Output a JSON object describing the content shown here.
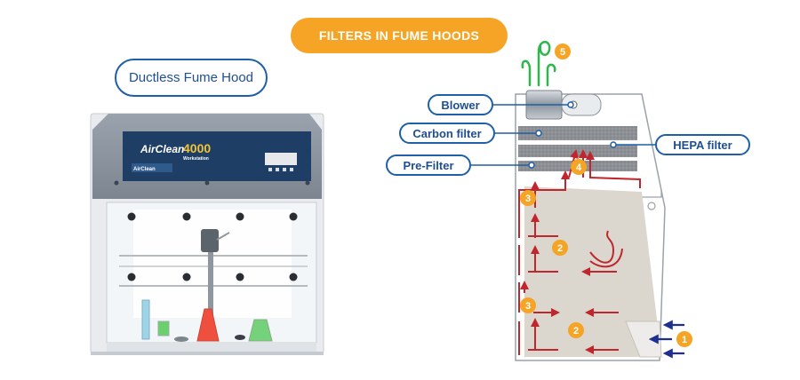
{
  "title": "FILTERS IN FUME HOODS",
  "left_caption": "Ductless Fume Hood",
  "product": {
    "brand": "AirClean",
    "model": "4000",
    "model_sub": "Workstation",
    "panel_badge": "AirClean"
  },
  "labels": {
    "blower": "Blower",
    "carbon": "Carbon filter",
    "hepa": "HEPA filter",
    "prefilter": "Pre-Filter"
  },
  "steps": [
    "1",
    "2",
    "2",
    "3",
    "3",
    "4",
    "5"
  ],
  "colors": {
    "title_bg": "#f5a425",
    "badge": "#f5a425",
    "label_border": "#1f5fa8",
    "airflow_red": "#c0262d",
    "airflow_blue": "#1f2f8f",
    "exhaust_green": "#2db84d"
  }
}
